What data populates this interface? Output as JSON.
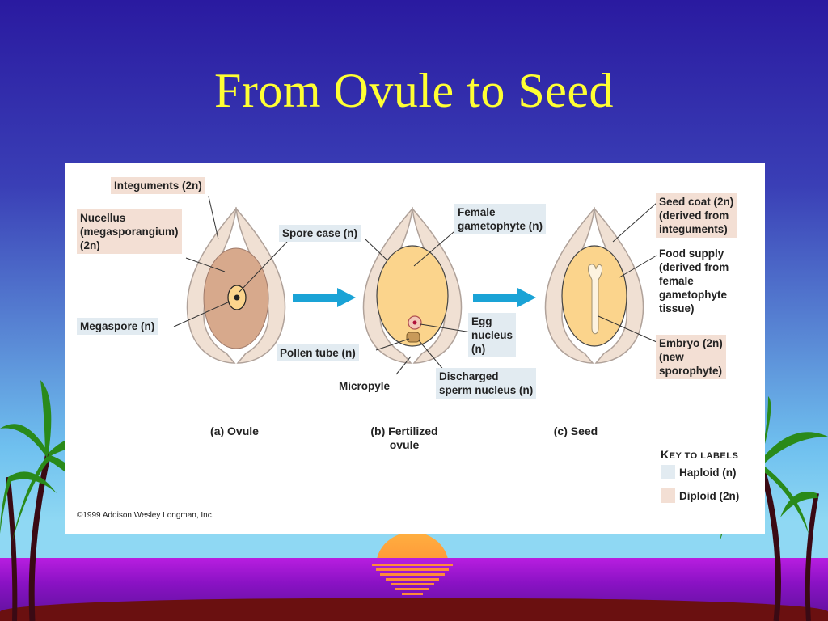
{
  "slide": {
    "title": "From Ovule to Seed"
  },
  "figure": {
    "labels": {
      "integuments": "Integuments (2n)",
      "nucellus": "Nucellus\n(megasporangium)\n(2n)",
      "spore_case": "Spore case (n)",
      "megaspore": "Megaspore (n)",
      "female_gametophyte": "Female\ngametophyte (n)",
      "egg_nucleus": "Egg\nnucleus\n(n)",
      "pollen_tube": "Pollen tube (n)",
      "micropyle": "Micropyle",
      "discharged_sperm": "Discharged\nsperm nucleus (n)",
      "seed_coat": "Seed coat (2n)\n(derived from\ninteguments)",
      "food_supply": "Food supply\n(derived from\nfemale\ngametophyte\ntissue)",
      "embryo": "Embryo (2n)\n(new\nsporophyte)"
    },
    "captions": {
      "a": "(a) Ovule",
      "b": "(b) Fertilized\novule",
      "c": "(c) Seed"
    },
    "key": {
      "title_initial": "K",
      "title_rest": "EY TO LABELS",
      "haploid": "Haploid (n)",
      "diploid": "Diploid (2n)"
    },
    "copyright": "©1999 Addison Wesley Longman, Inc."
  },
  "colors": {
    "title": "#ffff33",
    "diploid_box": "#f3dfd4",
    "haploid_box": "#e2ebf1",
    "arrow": "#1aa3d6",
    "integument": "#f0e0d3",
    "nucellus": "#d7a98c",
    "gametophyte": "#fbd48c"
  }
}
